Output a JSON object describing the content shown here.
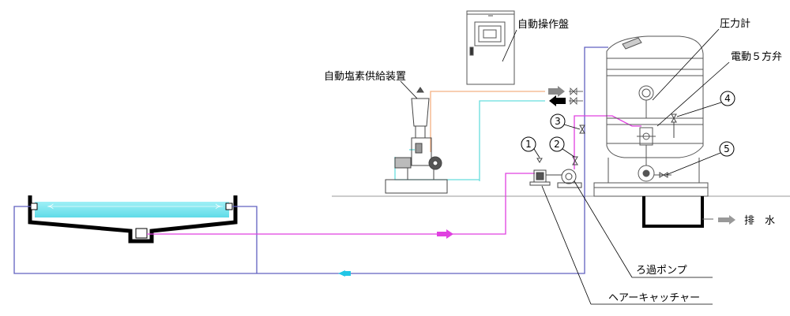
{
  "labels": {
    "control_panel": "自動操作盤",
    "chlorine_feeder": "自動塩素供給装置",
    "pressure_gauge": "圧力計",
    "five_way_valve": "電動５方弁",
    "drain": "排　水",
    "filter_pump": "ろ過ポンプ",
    "hair_catcher": "ヘアーキャッチャー"
  },
  "markers": [
    "1",
    "2",
    "3",
    "4",
    "5"
  ],
  "colors": {
    "orange_line": "#f4b183",
    "cyan_line": "#66dddd",
    "magenta_line": "#e040e0",
    "blue_line": "#6060c0",
    "pool_water": "#7fe8f0"
  }
}
